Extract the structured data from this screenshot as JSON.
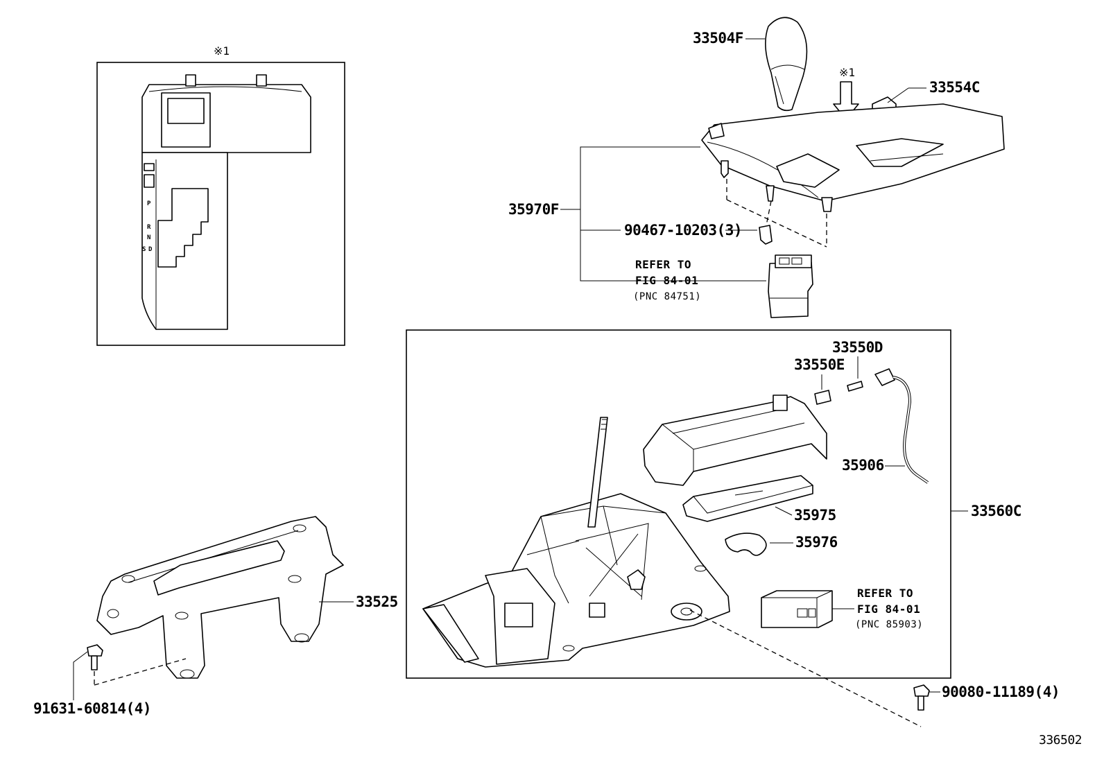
{
  "inset": {
    "marker": "※1",
    "gear_letters": [
      "P",
      "R",
      "N",
      "D",
      "S"
    ]
  },
  "labels": {
    "knob": "33504F",
    "arrow_marker": "※1",
    "indicator": "33554C",
    "housing_assy": "35970F",
    "clip": "90467-10203(3)",
    "refer_upper_1": "REFER TO",
    "refer_upper_2": "FIG 84-01",
    "refer_upper_3": "(PNC 84751)",
    "bulb_socket": "33550D",
    "bulb": "33550E",
    "wire": "35906",
    "slide_plate": "35975",
    "plate_small": "35976",
    "lever_assy": "33560C",
    "refer_lower_1": "REFER TO",
    "refer_lower_2": "FIG 84-01",
    "refer_lower_3": "(PNC 85903)",
    "bracket": "33525",
    "bolt_left": "91631-60814(4)",
    "bolt_right": "90080-11189(4)",
    "illustration_no": "336502"
  }
}
